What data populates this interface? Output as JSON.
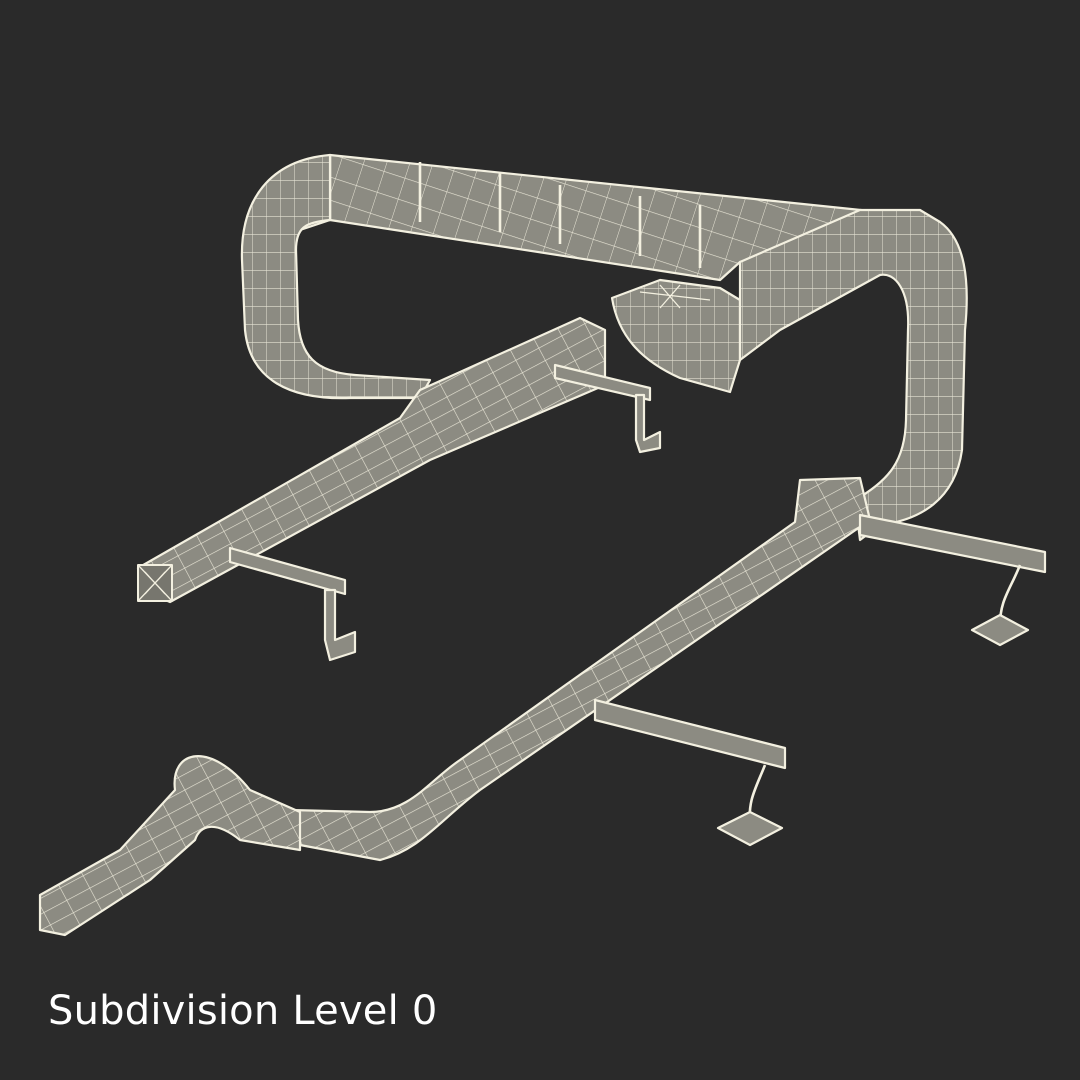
{
  "caption": {
    "text": "Subdivision Level 0"
  },
  "scene": {
    "description": "Wireframe render of HVAC ductwork system",
    "background_color": "#2a2a2a",
    "wire_color": "#f3f0e0",
    "surface_color": "#8c8b82",
    "components": [
      {
        "name": "upper-loop-duct"
      },
      {
        "name": "left-branch-duct"
      },
      {
        "name": "center-outlet-box"
      },
      {
        "name": "right-vertical-loop"
      },
      {
        "name": "lower-main-duct"
      },
      {
        "name": "lower-left-s-bend-duct"
      },
      {
        "name": "diffuser-drop-1"
      },
      {
        "name": "diffuser-drop-2"
      },
      {
        "name": "floor-diffuser-1"
      },
      {
        "name": "floor-diffuser-2"
      }
    ]
  }
}
